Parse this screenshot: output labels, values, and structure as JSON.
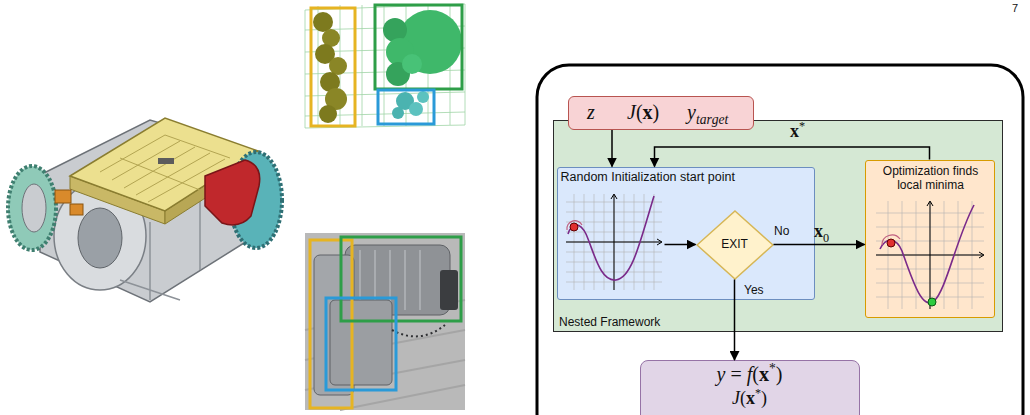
{
  "diagram": {
    "nodes": [
      {
        "text": [
          "z",
          "J(x)",
          "ytarget"
        ]
      },
      {
        "text": [
          "Nested Framework"
        ]
      },
      {
        "text": [
          "Random Initialization start point"
        ],
        "in": 1
      },
      {
        "text": [
          "EXIT"
        ],
        "in": 1
      },
      {
        "text": [
          "Optimization finds local minima"
        ],
        "in": 1
      },
      {
        "text": [
          "y = f(x*)",
          "J(x*)"
        ]
      }
    ],
    "edges": [
      {
        "from": 0,
        "to": 2,
        "arrow": "to"
      },
      {
        "from": 2,
        "to": 3,
        "arrow": "to"
      },
      {
        "from": 3,
        "to": 4,
        "arrow": "to",
        "label": "x0"
      },
      {
        "from": 4,
        "to": 2,
        "arrow": "to",
        "label": "x*"
      },
      {
        "from": 3,
        "to": 5,
        "arrow": "to"
      }
    ],
    "labels": [
      "7",
      "No",
      "Yes"
    ]
  }
}
